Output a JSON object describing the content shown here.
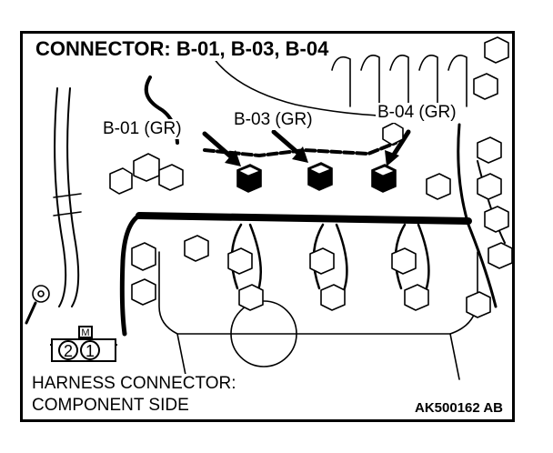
{
  "diagram": {
    "title": "CONNECTOR: B-01, B-03, B-04",
    "callouts": {
      "b01": "B-01 (GR)",
      "b03": "B-03 (GR)",
      "b04": "B-04 (GR)"
    },
    "connector_mark": "M",
    "pins": [
      "2",
      "1"
    ],
    "note_line1": "HARNESS CONNECTOR:",
    "note_line2": "COMPONENT SIDE",
    "code": "AK500162 AB"
  }
}
